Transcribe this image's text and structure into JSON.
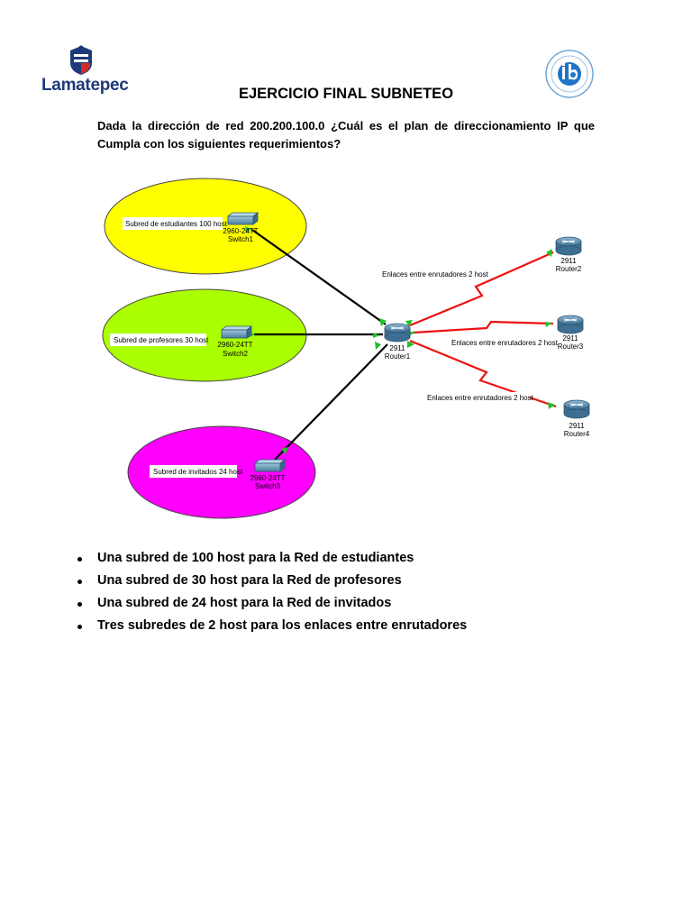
{
  "header": {
    "school_name": "Lamatepec"
  },
  "title": "EJERCICIO FINAL SUBNETEO",
  "intro": "Dada la dirección de red 200.200.100.0 ¿Cuál es el plan de direccionamiento IP que Cumpla con los siguientes requerimientos?",
  "diagram": {
    "subnets": [
      {
        "label": "Subred de estudiantes 100 host",
        "color": "#ffff00",
        "switch_model": "2960-24TT",
        "switch_name": "Switch1"
      },
      {
        "label": "Subred de profesores 30 host",
        "color": "#aaff00",
        "switch_model": "2960-24TT",
        "switch_name": "Switch2"
      },
      {
        "label": "Subred de invitados 24 host",
        "color": "#ff00ff",
        "switch_model": "2960-24TT",
        "switch_name": "Switch3"
      }
    ],
    "core_router": {
      "model": "2911",
      "name": "Router1"
    },
    "routers": [
      {
        "model": "2911",
        "name": "Router2"
      },
      {
        "model": "2911",
        "name": "Router3"
      },
      {
        "model": "2911",
        "name": "Router4"
      }
    ],
    "link_labels": [
      "Enlaces entre enrutadores 2 host",
      "Enlaces entre enrutadores 2 host",
      "Enlaces entre enrutadores 2 host"
    ],
    "colors": {
      "copper_link": "#000000",
      "serial_link": "#ee1111",
      "port_up": "#22c02a",
      "device": "#5d8fb0"
    }
  },
  "requirements": [
    "Una subred de 100 host para la Red de estudiantes",
    "Una subred de 30 host para la Red de profesores",
    "Una subred de 24 host para la Red de invitados",
    "Tres subredes de 2 host para los enlaces entre enrutadores"
  ]
}
